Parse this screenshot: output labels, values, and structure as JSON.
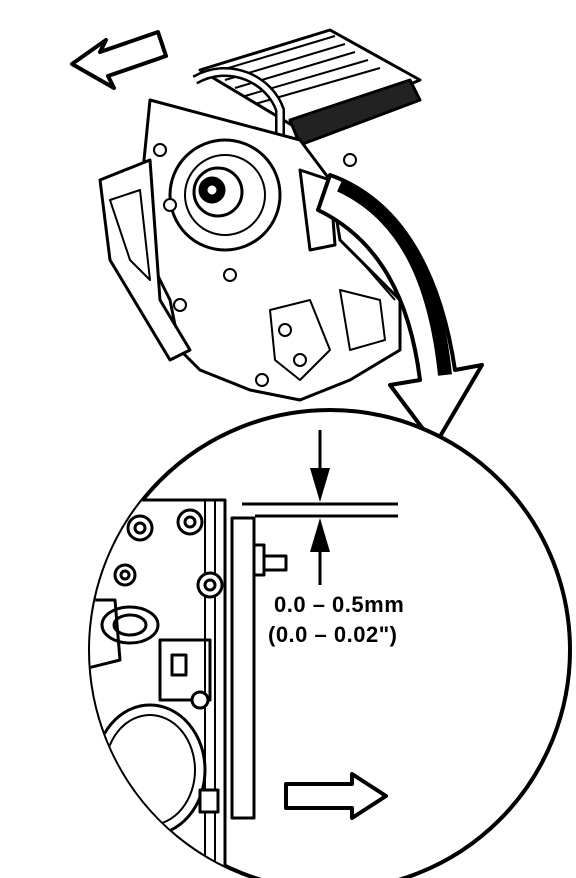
{
  "figure": {
    "description_items": [
      "engine-assembly",
      "detail-view-circle",
      "clearance-gauge"
    ],
    "ink_color": "#000000",
    "paper_color": "#ffffff"
  },
  "clearance": {
    "metric": "0.0 – 0.5mm",
    "imperial": "(0.0 – 0.02\")"
  }
}
